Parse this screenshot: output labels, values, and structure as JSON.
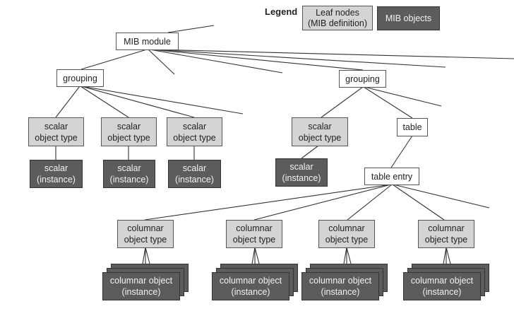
{
  "legend": {
    "title": "Legend",
    "leaf_label_line1": "Leaf nodes",
    "leaf_label_line2": "(MIB definition)",
    "object_label": "MIB objects"
  },
  "colors": {
    "leaf_fill": "#d4d4d4",
    "object_fill": "#5c5c5c",
    "plain_fill": "#ffffff",
    "edge": "#333333"
  },
  "nodes": {
    "mib_module": "MIB module",
    "grouping_left": "grouping",
    "grouping_right": "grouping",
    "table": "table",
    "table_entry": "table entry",
    "scalar_object_types": [
      {
        "line1": "scalar",
        "line2": "object type"
      },
      {
        "line1": "scalar",
        "line2": "object type"
      },
      {
        "line1": "scalar",
        "line2": "object type"
      },
      {
        "line1": "scalar",
        "line2": "object type"
      }
    ],
    "scalar_instances": [
      {
        "line1": "scalar",
        "line2": "(instance)"
      },
      {
        "line1": "scalar",
        "line2": "(instance)"
      },
      {
        "line1": "scalar",
        "line2": "(instance)"
      },
      {
        "line1": "scalar",
        "line2": "(instance)"
      }
    ],
    "columnar_object_types": [
      {
        "line1": "columnar",
        "line2": "object type"
      },
      {
        "line1": "columnar",
        "line2": "object type"
      },
      {
        "line1": "columnar",
        "line2": "object type"
      },
      {
        "line1": "columnar",
        "line2": "object type"
      }
    ],
    "columnar_instances": [
      {
        "line1": "columnar object",
        "line2": "(instance)"
      },
      {
        "line1": "columnar object",
        "line2": "(instance)"
      },
      {
        "line1": "columnar object",
        "line2": "(instance)"
      },
      {
        "line1": "columnar object",
        "line2": "(instance)"
      }
    ]
  }
}
